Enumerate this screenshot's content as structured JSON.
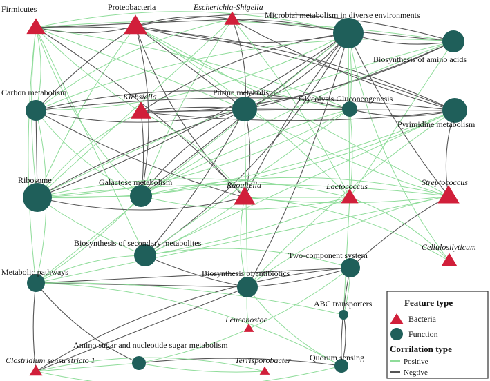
{
  "colors": {
    "bacteria": "#d11f3a",
    "function": "#1f5f5a",
    "positive": "#8fdc9a",
    "negative": "#555555"
  },
  "nodes": [
    {
      "id": "firmicutes",
      "label": "Firmicutes",
      "type": "bacteria",
      "italic": false
    },
    {
      "id": "proteobacteria",
      "label": "Proteobacteria",
      "type": "bacteria",
      "italic": false
    },
    {
      "id": "escherichia",
      "label": "Escherichia-Shigella",
      "type": "bacteria",
      "italic": true
    },
    {
      "id": "microbial",
      "label": "Microbial metabolism in diverse environments",
      "type": "function",
      "italic": false
    },
    {
      "id": "aminoacids",
      "label": "Biosynthesis of amino acids",
      "type": "function",
      "italic": false
    },
    {
      "id": "carbon",
      "label": "Carbon metabolism",
      "type": "function",
      "italic": false
    },
    {
      "id": "klebsiella",
      "label": "Klebsiella",
      "type": "bacteria",
      "italic": true
    },
    {
      "id": "purine",
      "label": "Purine metabolism",
      "type": "function",
      "italic": false
    },
    {
      "id": "glycolysis",
      "label": "Glycolysis Gluconeogenesis",
      "type": "function",
      "italic": false
    },
    {
      "id": "pyrimidine",
      "label": "Pyrimidine metabolism",
      "type": "function",
      "italic": false
    },
    {
      "id": "ribosome",
      "label": "Ribosome",
      "type": "function",
      "italic": false
    },
    {
      "id": "galactose",
      "label": "Galactose metabolism",
      "type": "function",
      "italic": false
    },
    {
      "id": "raoultella",
      "label": "Raoultella",
      "type": "bacteria",
      "italic": true
    },
    {
      "id": "lactococcus",
      "label": "Lactococcus",
      "type": "bacteria",
      "italic": true
    },
    {
      "id": "streptococcus",
      "label": "Streptococcus",
      "type": "bacteria",
      "italic": true
    },
    {
      "id": "secondary",
      "label": "Biosynthesis of secondary metabolites",
      "type": "function",
      "italic": false
    },
    {
      "id": "twocomponent",
      "label": "Two-component system",
      "type": "function",
      "italic": false
    },
    {
      "id": "cellulosilyticum",
      "label": "Cellulosilyticum",
      "type": "bacteria",
      "italic": true
    },
    {
      "id": "metabolic",
      "label": "Metabolic pathways",
      "type": "function",
      "italic": false
    },
    {
      "id": "antibiotics",
      "label": "Biosynthesis of antibiotics",
      "type": "function",
      "italic": false
    },
    {
      "id": "abc",
      "label": "ABC transporters",
      "type": "function",
      "italic": false
    },
    {
      "id": "leuconostoc",
      "label": "Leuconostoc",
      "type": "bacteria",
      "italic": true
    },
    {
      "id": "aminosugar",
      "label": "Amino sugar and nucleotide sugar metabolism",
      "type": "function",
      "italic": false
    },
    {
      "id": "clostridium",
      "label": "Clostridium sensu stricto 1",
      "type": "bacteria",
      "italic": true
    },
    {
      "id": "terrisporobacter",
      "label": "Terrisporobacter",
      "type": "bacteria",
      "italic": true
    },
    {
      "id": "quorum",
      "label": "Quorum sensing",
      "type": "function",
      "italic": false
    }
  ],
  "edges": [
    [
      "firmicutes",
      "microbial",
      "positive"
    ],
    [
      "firmicutes",
      "aminoacids",
      "positive"
    ],
    [
      "firmicutes",
      "purine",
      "positive"
    ],
    [
      "firmicutes",
      "ribosome",
      "positive"
    ],
    [
      "firmicutes",
      "galactose",
      "positive"
    ],
    [
      "firmicutes",
      "carbon",
      "positive"
    ],
    [
      "firmicutes",
      "glycolysis",
      "positive"
    ],
    [
      "firmicutes",
      "secondary",
      "positive"
    ],
    [
      "firmicutes",
      "klebsiella",
      "positive"
    ],
    [
      "firmicutes",
      "proteobacteria",
      "negative"
    ],
    [
      "firmicutes",
      "pyrimidine",
      "negative"
    ],
    [
      "firmicutes",
      "raoultella",
      "negative"
    ],
    [
      "firmicutes",
      "escherichia",
      "negative"
    ],
    [
      "firmicutes",
      "metabolic",
      "positive"
    ],
    [
      "proteobacteria",
      "microbial",
      "negative"
    ],
    [
      "proteobacteria",
      "aminoacids",
      "negative"
    ],
    [
      "proteobacteria",
      "pyrimidine",
      "negative"
    ],
    [
      "proteobacteria",
      "purine",
      "negative"
    ],
    [
      "proteobacteria",
      "carbon",
      "negative"
    ],
    [
      "proteobacteria",
      "raoultella",
      "negative"
    ],
    [
      "proteobacteria",
      "escherichia",
      "negative"
    ],
    [
      "proteobacteria",
      "lactococcus",
      "positive"
    ],
    [
      "proteobacteria",
      "streptococcus",
      "positive"
    ],
    [
      "proteobacteria",
      "ribosome",
      "positive"
    ],
    [
      "proteobacteria",
      "glycolysis",
      "positive"
    ],
    [
      "proteobacteria",
      "galactose",
      "negative"
    ],
    [
      "escherichia",
      "microbial",
      "negative"
    ],
    [
      "escherichia",
      "aminoacids",
      "negative"
    ],
    [
      "escherichia",
      "pyrimidine",
      "negative"
    ],
    [
      "escherichia",
      "carbon",
      "positive"
    ],
    [
      "escherichia",
      "purine",
      "negative"
    ],
    [
      "escherichia",
      "lactococcus",
      "positive"
    ],
    [
      "escherichia",
      "ribosome",
      "positive"
    ],
    [
      "escherichia",
      "galactose",
      "positive"
    ],
    [
      "microbial",
      "aminoacids",
      "negative"
    ],
    [
      "microbial",
      "carbon",
      "positive"
    ],
    [
      "microbial",
      "ribosome",
      "negative"
    ],
    [
      "microbial",
      "galactose",
      "negative"
    ],
    [
      "microbial",
      "raoultella",
      "negative"
    ],
    [
      "microbial",
      "klebsiella",
      "negative"
    ],
    [
      "microbial",
      "secondary",
      "negative"
    ],
    [
      "microbial",
      "antibiotics",
      "negative"
    ],
    [
      "microbial",
      "lactococcus",
      "positive"
    ],
    [
      "microbial",
      "streptococcus",
      "negative"
    ],
    [
      "microbial",
      "cellulosilyticum",
      "positive"
    ],
    [
      "microbial",
      "purine",
      "negative"
    ],
    [
      "microbial",
      "glycolysis",
      "positive"
    ],
    [
      "microbial",
      "metabolic",
      "positive"
    ],
    [
      "aminoacids",
      "ribosome",
      "positive"
    ],
    [
      "aminoacids",
      "carbon",
      "positive"
    ],
    [
      "aminoacids",
      "klebsiella",
      "negative"
    ],
    [
      "aminoacids",
      "purine",
      "negative"
    ],
    [
      "aminoacids",
      "lactococcus",
      "positive"
    ],
    [
      "aminoacids",
      "galactose",
      "positive"
    ],
    [
      "carbon",
      "purine",
      "negative"
    ],
    [
      "carbon",
      "glycolysis",
      "negative"
    ],
    [
      "carbon",
      "pyrimidine",
      "negative"
    ],
    [
      "carbon",
      "ribosome",
      "negative"
    ],
    [
      "carbon",
      "raoultella",
      "negative"
    ],
    [
      "carbon",
      "galactose",
      "positive"
    ],
    [
      "carbon",
      "metabolic",
      "positive"
    ],
    [
      "klebsiella",
      "purine",
      "negative"
    ],
    [
      "klebsiella",
      "glycolysis",
      "negative"
    ],
    [
      "klebsiella",
      "pyrimidine",
      "negative"
    ],
    [
      "klebsiella",
      "ribosome",
      "positive"
    ],
    [
      "klebsiella",
      "raoultella",
      "positive"
    ],
    [
      "klebsiella",
      "galactose",
      "negative"
    ],
    [
      "purine",
      "pyrimidine",
      "negative"
    ],
    [
      "purine",
      "ribosome",
      "negative"
    ],
    [
      "purine",
      "galactose",
      "negative"
    ],
    [
      "purine",
      "raoultella",
      "negative"
    ],
    [
      "purine",
      "secondary",
      "negative"
    ],
    [
      "purine",
      "antibiotics",
      "positive"
    ],
    [
      "purine",
      "streptococcus",
      "positive"
    ],
    [
      "glycolysis",
      "pyrimidine",
      "negative"
    ],
    [
      "glycolysis",
      "ribosome",
      "positive"
    ],
    [
      "glycolysis",
      "lactococcus",
      "positive"
    ],
    [
      "glycolysis",
      "secondary",
      "positive"
    ],
    [
      "glycolysis",
      "galactose",
      "positive"
    ],
    [
      "pyrimidine",
      "streptococcus",
      "negative"
    ],
    [
      "pyrimidine",
      "ribosome",
      "positive"
    ],
    [
      "pyrimidine",
      "galactose",
      "positive"
    ],
    [
      "pyrimidine",
      "secondary",
      "positive"
    ],
    [
      "pyrimidine",
      "antibiotics",
      "positive"
    ],
    [
      "ribosome",
      "raoultella",
      "negative"
    ],
    [
      "ribosome",
      "lactococcus",
      "positive"
    ],
    [
      "ribosome",
      "streptococcus",
      "positive"
    ],
    [
      "ribosome",
      "galactose",
      "positive"
    ],
    [
      "ribosome",
      "secondary",
      "positive"
    ],
    [
      "galactose",
      "lactococcus",
      "positive"
    ],
    [
      "galactose",
      "streptococcus",
      "positive"
    ],
    [
      "galactose",
      "metabolic",
      "positive"
    ],
    [
      "raoultella",
      "lactococcus",
      "positive"
    ],
    [
      "raoultella",
      "streptococcus",
      "positive"
    ],
    [
      "raoultella",
      "antibiotics",
      "positive"
    ],
    [
      "raoultella",
      "cellulosilyticum",
      "positive"
    ],
    [
      "raoultella",
      "secondary",
      "positive"
    ],
    [
      "streptococcus",
      "metabolic",
      "positive"
    ],
    [
      "streptococcus",
      "twocomponent",
      "negative"
    ],
    [
      "streptococcus",
      "antibiotics",
      "positive"
    ],
    [
      "lactococcus",
      "cellulosilyticum",
      "positive"
    ],
    [
      "lactococcus",
      "secondary",
      "positive"
    ],
    [
      "lactococcus",
      "abc",
      "positive"
    ],
    [
      "secondary",
      "antibiotics",
      "negative"
    ],
    [
      "secondary",
      "metabolic",
      "positive"
    ],
    [
      "secondary",
      "twocomponent",
      "positive"
    ],
    [
      "twocomponent",
      "antibiotics",
      "negative"
    ],
    [
      "twocomponent",
      "metabolic",
      "negative"
    ],
    [
      "twocomponent",
      "quorum",
      "negative"
    ],
    [
      "twocomponent",
      "clostridium",
      "negative"
    ],
    [
      "twocomponent",
      "aminosugar",
      "positive"
    ],
    [
      "twocomponent",
      "abc",
      "positive"
    ],
    [
      "metabolic",
      "antibiotics",
      "negative"
    ],
    [
      "metabolic",
      "clostridium",
      "negative"
    ],
    [
      "metabolic",
      "aminosugar",
      "negative"
    ],
    [
      "metabolic",
      "quorum",
      "positive"
    ],
    [
      "metabolic",
      "abc",
      "positive"
    ],
    [
      "antibiotics",
      "clostridium",
      "negative"
    ],
    [
      "antibiotics",
      "leuconostoc",
      "positive"
    ],
    [
      "antibiotics",
      "quorum",
      "positive"
    ],
    [
      "abc",
      "quorum",
      "negative"
    ],
    [
      "aminosugar",
      "quorum",
      "negative"
    ],
    [
      "aminosugar",
      "clostridium",
      "positive"
    ],
    [
      "aminosugar",
      "terrisporobacter",
      "positive"
    ],
    [
      "clostridium",
      "quorum",
      "positive"
    ],
    [
      "clostridium",
      "terrisporobacter",
      "positive"
    ]
  ],
  "legend": {
    "feature_title": "Feature type",
    "bacteria_label": "Bacteria",
    "function_label": "Function",
    "corr_title": "Corrilation type",
    "positive_label": "Positive",
    "negative_label": "Negtive"
  }
}
